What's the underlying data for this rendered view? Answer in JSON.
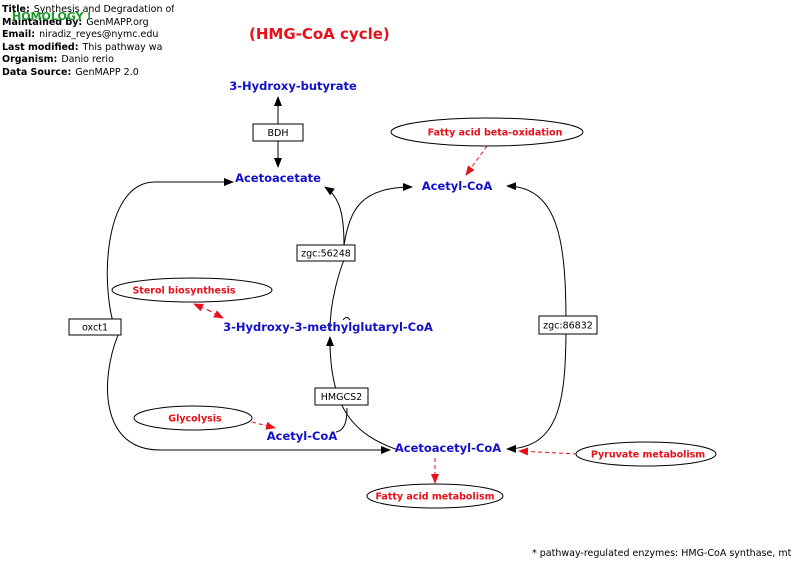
{
  "info": {
    "title_label": "Title:",
    "title_value": "Synthesis and Degradation of Ketone Bodies",
    "maintained_label": "Maintained by:",
    "maintained_value": "GenMAPP.org",
    "email_label": "Email:",
    "email_value": "niradiz_reyes@nymc.edu",
    "modified_label": "Last modified:",
    "modified_value": "This pathway was converted",
    "organism_label": "Organism:",
    "organism_value": "Danio rerio",
    "source_label": "Data Source:",
    "source_value": "GenMAPP 2.0"
  },
  "homology_label": "HOMOLOGY MAPPED",
  "diagram_title": "(HMG-CoA cycle)",
  "footnote": "* pathway-regulated enzymes: HMG-CoA synthase, mt",
  "colors": {
    "metabolite": "#1111cc",
    "pathway": "#e8101a",
    "homology": "#1a9a2a"
  },
  "metabolites": {
    "hydroxybutyrate": "3-Hydroxy-butyrate",
    "acetoacetate": "Acetoacetate",
    "acetyl_coa_top": "Acetyl-CoA",
    "hmg_coa": "3-Hydroxy-3-methylglutaryl-CoA",
    "acetyl_coa_bottom": "Acetyl-CoA",
    "acetoacetyl_coa": "Acetoacetyl-CoA"
  },
  "genes": {
    "bdh": "BDH",
    "zgc56248": "zgc:56248",
    "oxct1": "oxct1",
    "zgc86832": "zgc:86832",
    "hmgcs2": "HMGCS2"
  },
  "pathways": {
    "fatty_acid_beta_oxidation": "Fatty acid beta-oxidation",
    "sterol_biosynthesis": "Sterol biosynthesis",
    "glycolysis": "Glycolysis",
    "pyruvate_metabolism": "Pyruvate metabolism",
    "fatty_acid_metabolism": "Fatty acid metabolism"
  }
}
